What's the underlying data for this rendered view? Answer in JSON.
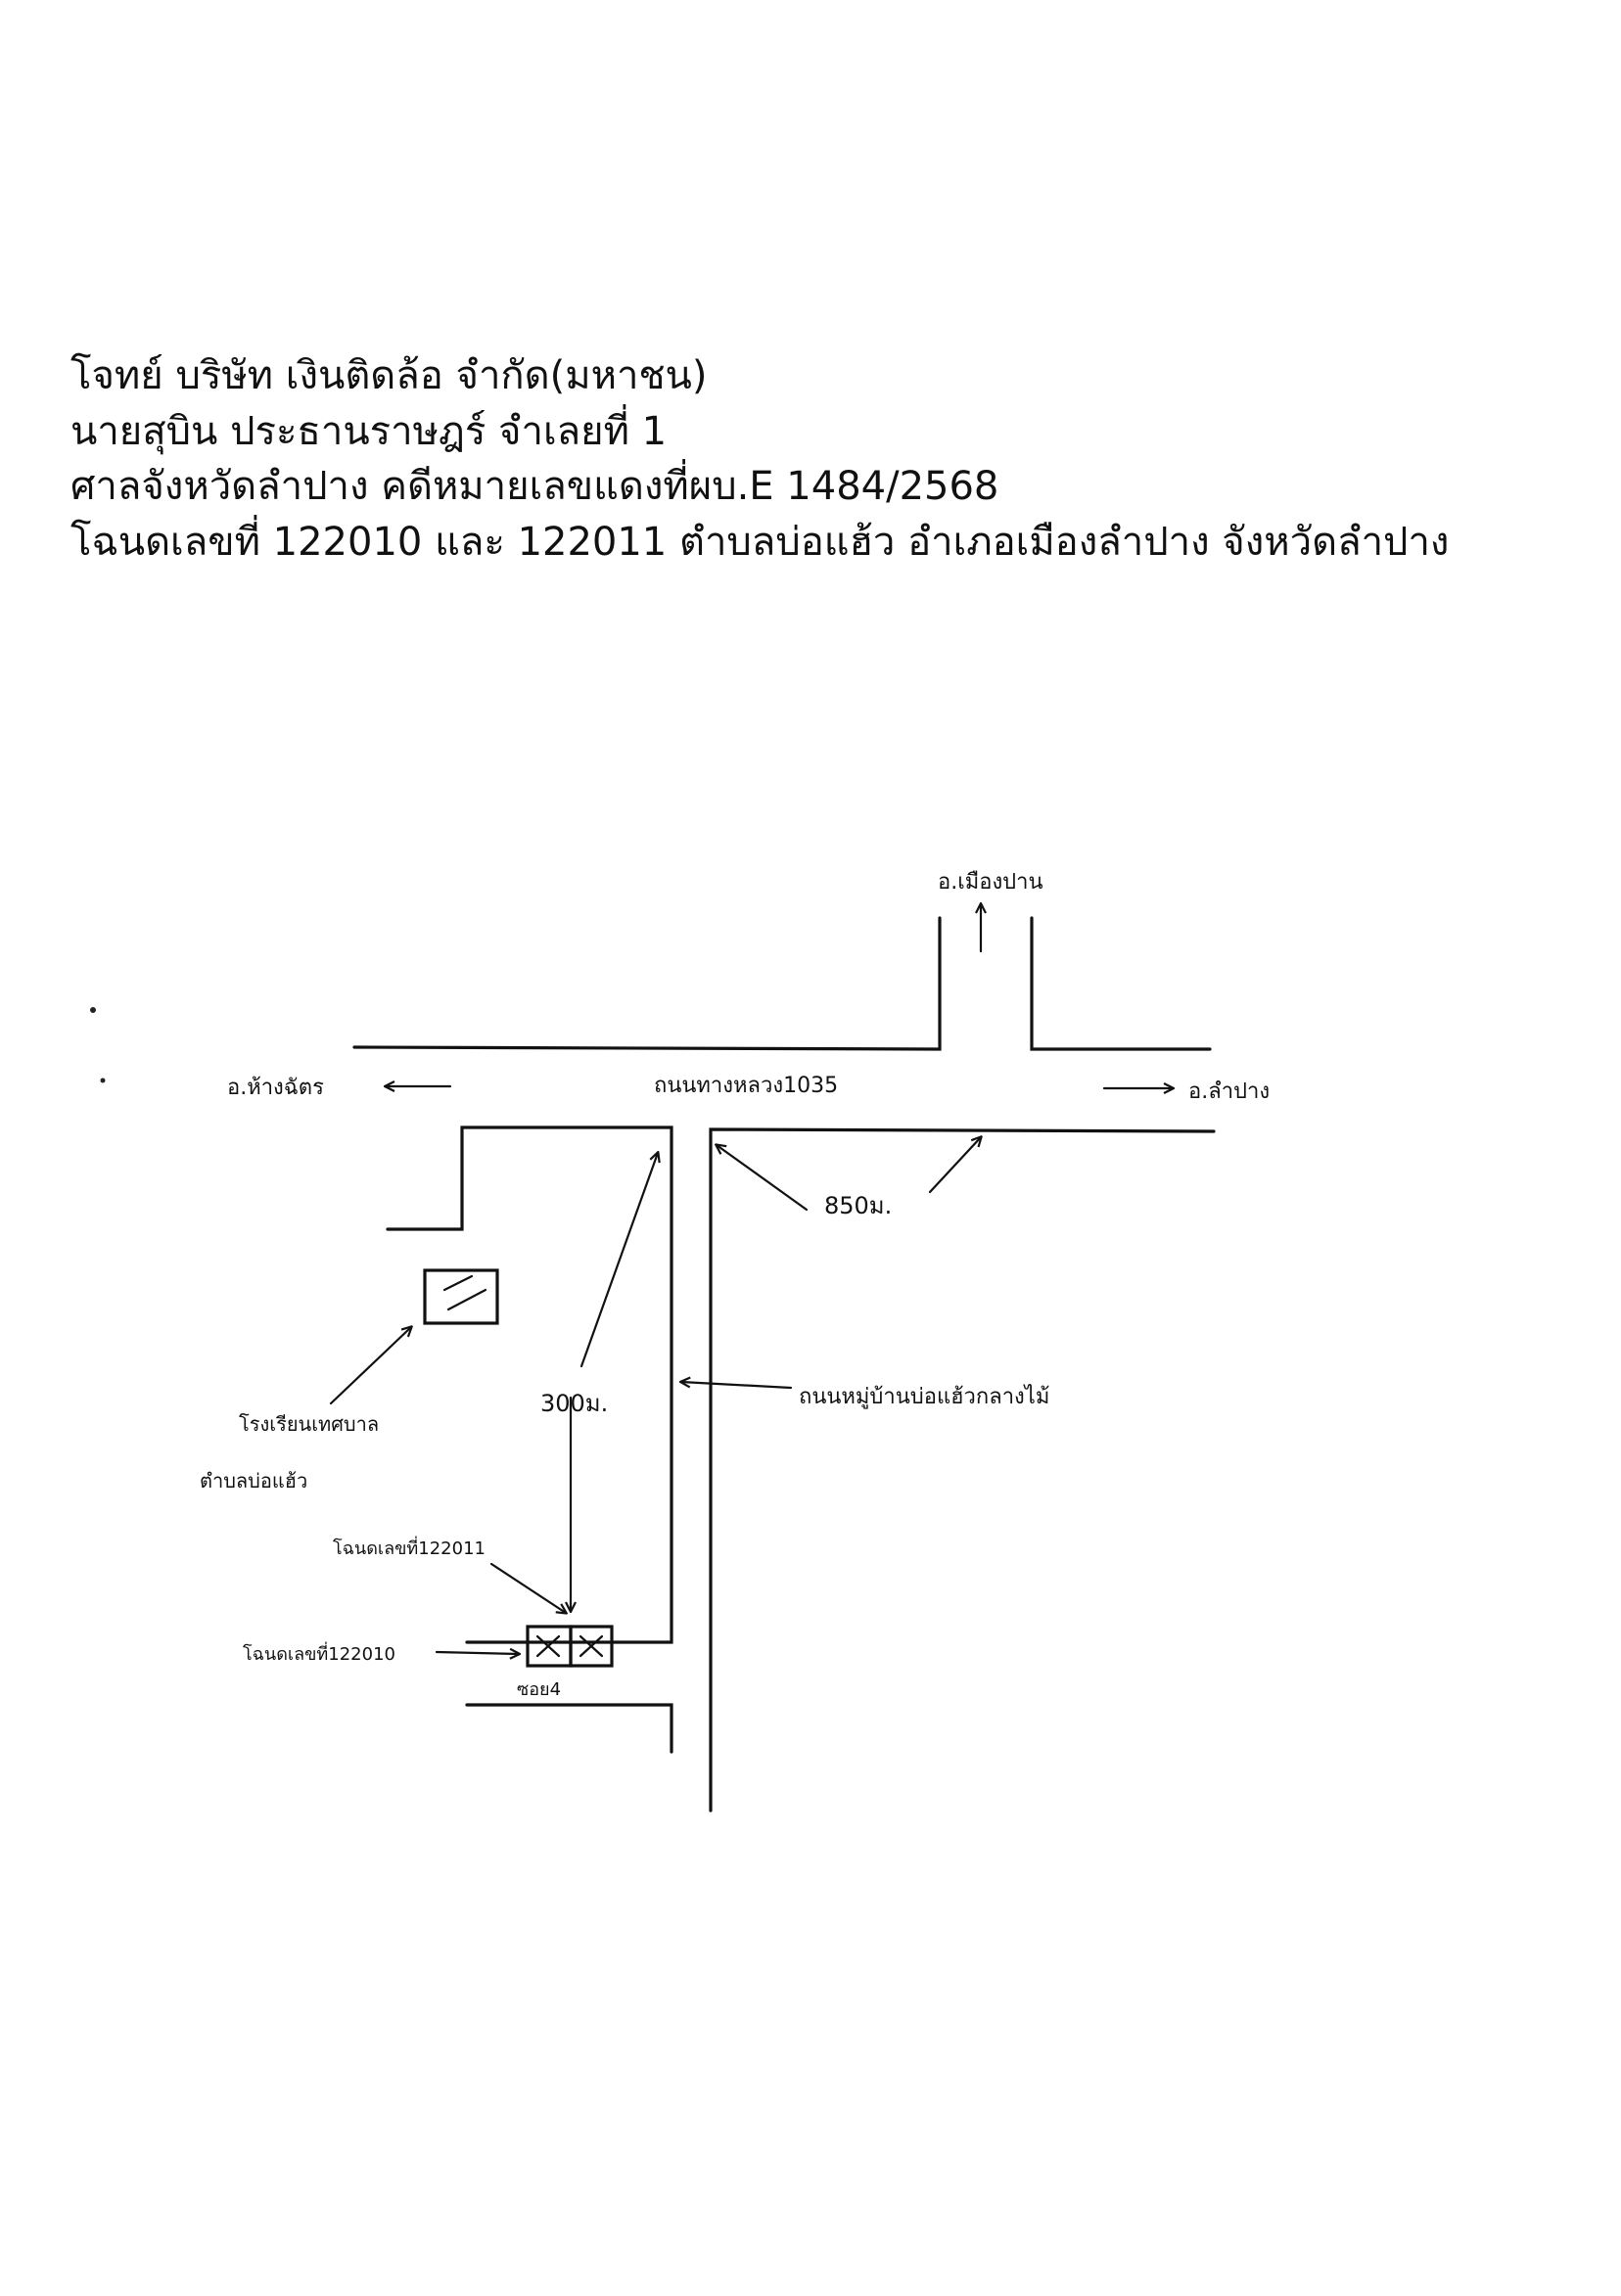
{
  "header": {
    "lines": [
      "โจทย์ บริษัท เงินติดล้อ จำกัด(มหาชน)",
      "นายสุบิน ประธานราษฎร์ จำเลยที่ 1",
      "ศาลจังหวัดลำปาง คดีหมายเลขแดงที่ผบ.E 1484/2568",
      "โฉนดเลขที่ 122010 และ 122011 ตำบลบ่อแฮ้ว อำเภอเมืองลำปาง จังหวัดลำปาง"
    ]
  },
  "map": {
    "labels": {
      "north_dest": "อ.เมืองปาน",
      "west_dest": "อ.ห้างฉัตร",
      "east_dest": "อ.ลำปาง",
      "main_road": "ถนนทางหลวง1035",
      "distance_850": "850ม.",
      "distance_300": "300ม.",
      "side_road": "ถนนหมู่บ้านบ่อแฮ้วกลางไม้",
      "school_line1": "โรงเรียนเทศบาล",
      "school_line2": "ตำบลบ่อแฮ้ว",
      "deed_122011": "โฉนดเลขที่122011",
      "deed_122010": "โฉนดเลขที่122010",
      "soi": "ซอย4"
    },
    "icons": {
      "plot_marker": "x-mark-icon",
      "arrow": "arrow-icon"
    }
  }
}
